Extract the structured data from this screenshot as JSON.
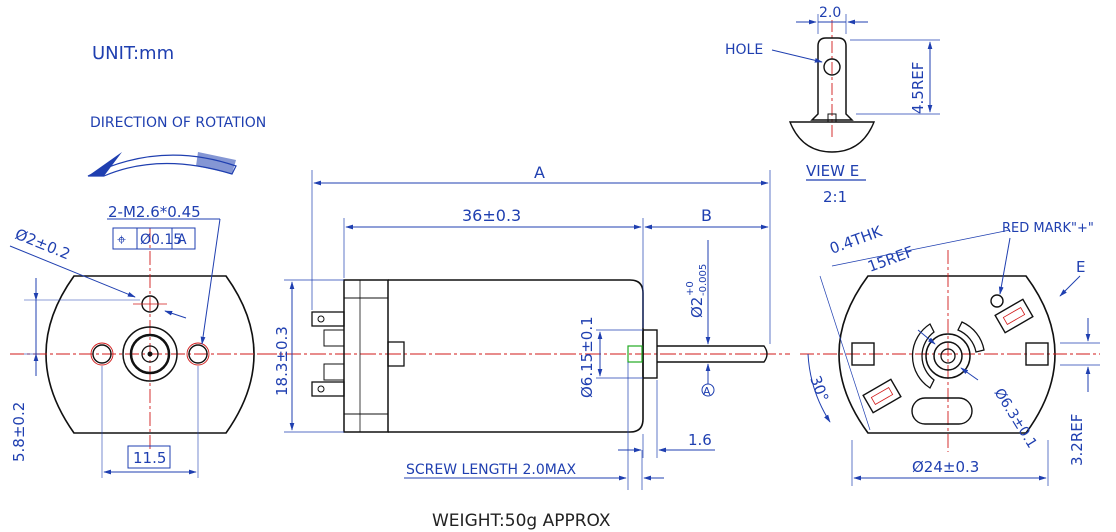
{
  "colors": {
    "dimension": "#1f3fb0",
    "outline": "#111111",
    "centerline": "#d21a1a",
    "highlight": "#22aa22"
  },
  "header": {
    "unit": "UNIT:mm",
    "direction": "DIRECTION OF ROTATION"
  },
  "left_view": {
    "thread_callout": "2-M2.6*0.45",
    "tolerance_symbol": "⌖",
    "tolerance_value": "Ø0.15",
    "datum": "A",
    "hole_dia": "Ø2±0.2",
    "height_dim": "5.8±0.2",
    "spacing_dim": "11.5"
  },
  "side_view": {
    "overall_length": "A",
    "body_length": "36±0.3",
    "shaft_length": "B",
    "body_diameter": "18.3±0.3",
    "shaft_diameter_base": "Ø2",
    "shaft_tol_upper": "+0",
    "shaft_tol_lower": "-0.005",
    "boss_diameter": "Ø6.15±0.1",
    "datum_label": "A",
    "boss_length": "1.6",
    "screw_note": "SCREW LENGTH 2.0MAX"
  },
  "view_e": {
    "hole_label": "HOLE",
    "width_dim": "2.0",
    "height_dim": "4.5REF",
    "title": "VIEW E",
    "scale": "2:1"
  },
  "right_view": {
    "thickness": "0.4THK",
    "ref_len": "15REF",
    "red_mark": "RED MARK\"+\"",
    "view_arrow": "E",
    "angle": "30°",
    "boss_dia": "Ø6.3±0.1",
    "width_dim": "Ø24±0.3",
    "ref_height": "3.2REF"
  },
  "footer": {
    "weight": "WEIGHT:50g  APPROX"
  }
}
